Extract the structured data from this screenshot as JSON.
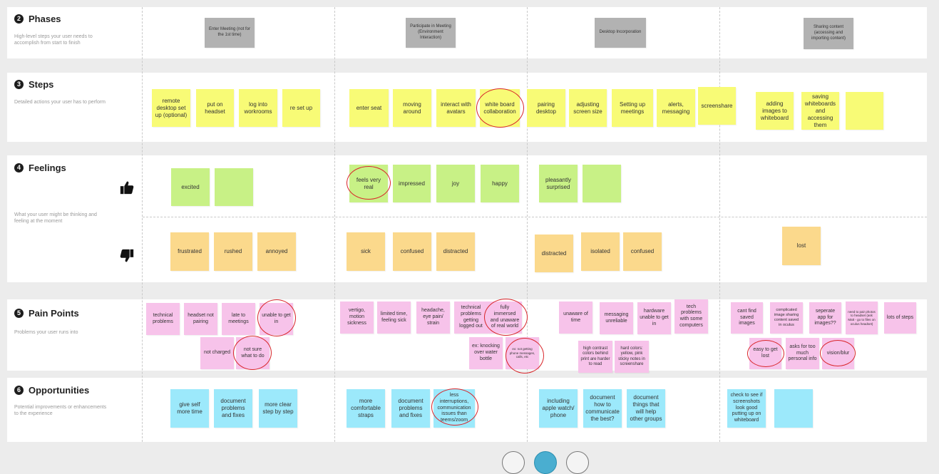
{
  "sections": {
    "phases": {
      "num": "2",
      "title": "Phases",
      "desc": "High-level steps your user needs to accomplish from start to finish"
    },
    "steps": {
      "num": "3",
      "title": "Steps",
      "desc": "Detailed actions your user has to perform"
    },
    "feelings": {
      "num": "4",
      "title": "Feelings",
      "desc": "What your user might be thinking and feeling at the moment"
    },
    "pain_points": {
      "num": "5",
      "title": "Pain Points",
      "desc": "Problems your user runs into"
    },
    "opportunities": {
      "num": "6",
      "title": "Opportunities",
      "desc": "Potential improvements or enhancements to the experience"
    }
  },
  "phases": [
    "Enter Meeting (not for the 1st time)",
    "Participate in Meeting (Environment Interaction)",
    "Desktop Incorporation",
    "Sharing content (accessing and importing content)"
  ],
  "steps": [
    [
      "remote desktop set up (optional)",
      "put on headset",
      "log into workrooms",
      "re set up"
    ],
    [
      "enter seat",
      "moving around",
      "interact with avatars",
      "white board collaboration"
    ],
    [
      "pairing desktop",
      "adjusting screen size",
      "Setting up meetings",
      "alerts, messaging",
      "screenshare"
    ],
    [
      "adding images to whiteboard",
      "saving whiteboards and accessing them",
      ""
    ]
  ],
  "feelings_positive": [
    [
      "excited",
      ""
    ],
    [
      "feels very real",
      "impressed",
      "joy",
      "happy"
    ],
    [
      "pleasantly surprised",
      ""
    ],
    []
  ],
  "feelings_negative": [
    [
      "frustrated",
      "rushed",
      "annoyed"
    ],
    [
      "sick",
      "confused",
      "distracted"
    ],
    [
      "distracted",
      "isolated",
      "confused"
    ],
    [
      "lost"
    ]
  ],
  "pain_points": [
    [
      "technical problems",
      "headset not pairing",
      "late to meetings",
      "unable to get in",
      "not charged",
      "not sure what to do"
    ],
    [
      "vertigo, motion sickness",
      "limited time, feeling sick",
      "headache, eye pain/ strain",
      "technical problems getting logged out",
      "fully immersed and unaware of real world",
      "ex: knocking over water bottle",
      "ex: not getting phone messages, calls, etc"
    ],
    [
      "unaware of time",
      "messaging unreliable",
      "hardware unable to get in",
      "tech problems with some computers",
      "high contrast colors behind print are harder to read",
      "hard colors: yellow, pink sticky notes in screenshare"
    ],
    [
      "cant find saved images",
      "complicated image sharing content saved in oculus",
      "seperate app for images??",
      "need to pair photos to headset (ask Matt - go to files on oculus headset)",
      "lots of steps",
      "easy to get lost",
      "asks for too much personal info",
      "vision/blur"
    ]
  ],
  "opportunities": [
    [
      "give self more time",
      "document problems and fixes",
      "more clear step by step"
    ],
    [
      "more comfortable straps",
      "document problems and fixes",
      "less interruptions, communication issues than teems/zoom"
    ],
    [
      "including apple watch/ phone",
      "document how to communicate the best?",
      "document things that will help other groups"
    ],
    [
      "check to see if screenshots look good putting up on whiteboard",
      ""
    ]
  ],
  "icons": {
    "positive": "thumbs-up-icon",
    "negative": "thumbs-down-icon"
  },
  "colors": {
    "step_note": "#f8fb76",
    "positive_note": "#c8f186",
    "negative_note": "#fbd98c",
    "pain_note": "#f7c3ea",
    "opportunity_note": "#9ce9fb",
    "phase_note": "#b2b2b2",
    "highlight_circle": "#d9252a"
  }
}
